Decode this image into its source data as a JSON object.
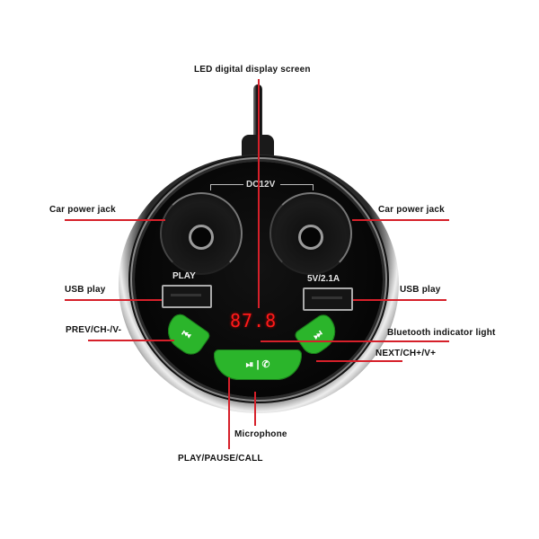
{
  "diagram": {
    "title": "Bluetooth car charger / FM transmitter component diagram",
    "device": {
      "top_marking": "DC12V",
      "left_usb_marking": "PLAY",
      "right_usb_marking": "5V/2.1A",
      "display_reading": "87.8",
      "display_color": "#ff1a1a",
      "button_color": "#2bb52b",
      "buttons": {
        "prev_icon": "⏮",
        "next_icon": "⏭",
        "play_call_icon": "⏯ | ✆"
      }
    },
    "callouts": {
      "led_display": "LED digital display screen",
      "car_power_jack_left": "Car power jack",
      "car_power_jack_right": "Car power jack",
      "usb_play_left": "USB play",
      "usb_play_right": "USB play",
      "prev": "PREV/CH-/V-",
      "bluetooth_light": "Bluetooth indicator light",
      "next": "NEXT/CH+/V+",
      "microphone": "Microphone",
      "play_pause_call": "PLAY/PAUSE/CALL"
    },
    "leader_line_color": "#d6202a"
  }
}
